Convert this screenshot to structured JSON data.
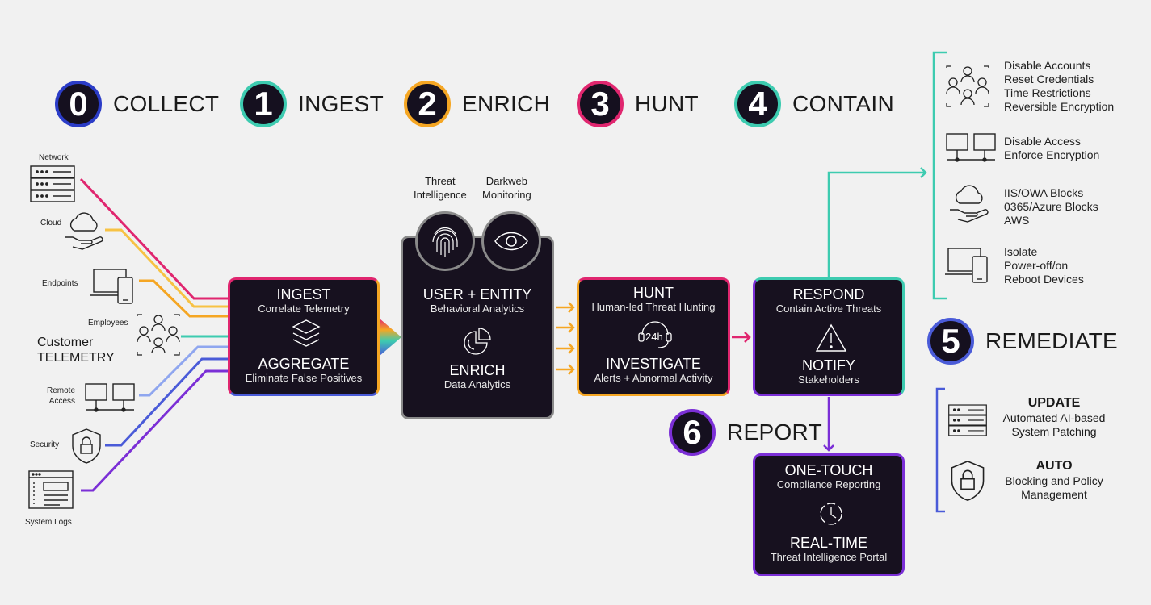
{
  "steps": [
    {
      "num": "0",
      "label": "COLLECT",
      "color": "#2b3cc7"
    },
    {
      "num": "1",
      "label": "INGEST",
      "color": "#3dcbb0"
    },
    {
      "num": "2",
      "label": "ENRICH",
      "color": "#f5a623"
    },
    {
      "num": "3",
      "label": "HUNT",
      "color": "#e0266f"
    },
    {
      "num": "4",
      "label": "CONTAIN",
      "color": "#3dcbb0"
    },
    {
      "num": "5",
      "label": "REMEDIATE",
      "color": "#4a5bd8"
    },
    {
      "num": "6",
      "label": "REPORT",
      "color": "#7b2fd6"
    }
  ],
  "sources": {
    "network": "Network",
    "cloud": "Cloud",
    "endpoints": "Endpoints",
    "employees": "Employees",
    "remote_access": "Remote\nAccess",
    "security": "Security",
    "system_logs": "System Logs",
    "customer": "Customer",
    "telemetry": "TELEMETRY"
  },
  "ingest_box": {
    "title": "INGEST",
    "subtitle": "Correlate Telemetry",
    "title2": "AGGREGATE",
    "subtitle2": "Eliminate False Positives"
  },
  "enrich_box": {
    "threat_intel": "Threat\nIntelligence",
    "darkweb": "Darkweb\nMonitoring",
    "title": "USER + ENTITY",
    "subtitle": "Behavioral Analytics",
    "title2": "ENRICH",
    "subtitle2": "Data Analytics"
  },
  "hunt_box": {
    "title": "HUNT",
    "subtitle": "Human-led Threat Hunting",
    "badge": "24h",
    "title2": "INVESTIGATE",
    "subtitle2": "Alerts + Abnormal Activity"
  },
  "respond_box": {
    "title": "RESPOND",
    "subtitle": "Contain Active Threats",
    "title2": "NOTIFY",
    "subtitle2": "Stakeholders"
  },
  "report_box": {
    "title": "ONE-TOUCH",
    "subtitle": "Compliance Reporting",
    "title2": "REAL-TIME",
    "subtitle2": "Threat Intelligence Portal"
  },
  "contain_actions": [
    {
      "lines": "Disable Accounts\nReset Credentials\nTime Restrictions\nReversible Encryption",
      "icon": "users-icon"
    },
    {
      "lines": "Disable Access\nEnforce Encryption",
      "icon": "network-computers-icon"
    },
    {
      "lines": "IIS/OWA Blocks\n0365/Azure Blocks\nAWS",
      "icon": "cloud-hand-icon"
    },
    {
      "lines": "Isolate\nPower-off/on\nReboot Devices",
      "icon": "devices-icon"
    }
  ],
  "remediate_items": [
    {
      "title": "UPDATE",
      "text": "Automated AI-based\nSystem Patching",
      "icon": "server-icon"
    },
    {
      "title": "AUTO",
      "text": "Blocking and Policy\nManagement",
      "icon": "shield-lock-icon"
    }
  ],
  "colors": {
    "pink": "#e0266f",
    "orange": "#f5a623",
    "teal": "#3dcbb0",
    "blue": "#4a5bd8",
    "purple": "#7b2fd6",
    "navy": "#2b3cc7",
    "box_bg": "#17111f"
  }
}
